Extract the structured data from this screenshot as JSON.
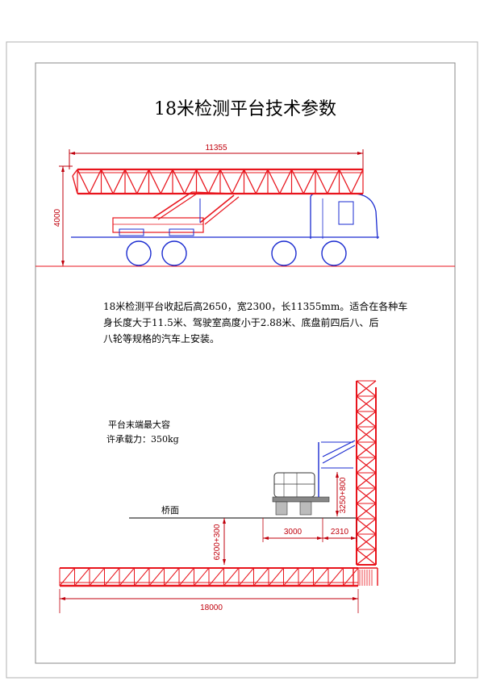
{
  "title": "18米检测平台技术参数",
  "description": {
    "line1": "18米检测平台收起后高2650，宽2300，长11355mm。适合在各种车",
    "line2": "身长度大于11.5米、驾驶室高度小于2.88米、底盘前四后八、后",
    "line3": "八轮等规格的汽车上安装。"
  },
  "top_view": {
    "length_dim": "11355",
    "height_dim": "4000"
  },
  "bottom_view": {
    "load_label_line1": "平台末端最大容",
    "load_label_line2": "许承载力：350kg",
    "bridge_label": "桥面",
    "dim_3000": "3000",
    "dim_2310": "2310",
    "dim_vertical_right": "3250+800",
    "dim_vertical_left": "6200+300",
    "dim_length": "18000"
  },
  "colors": {
    "structure": "#e8141c",
    "vehicle": "#1a2bd0",
    "dimension": "#c0000c",
    "frame": "#9a9a9a",
    "ground": "#1a2bd0"
  }
}
